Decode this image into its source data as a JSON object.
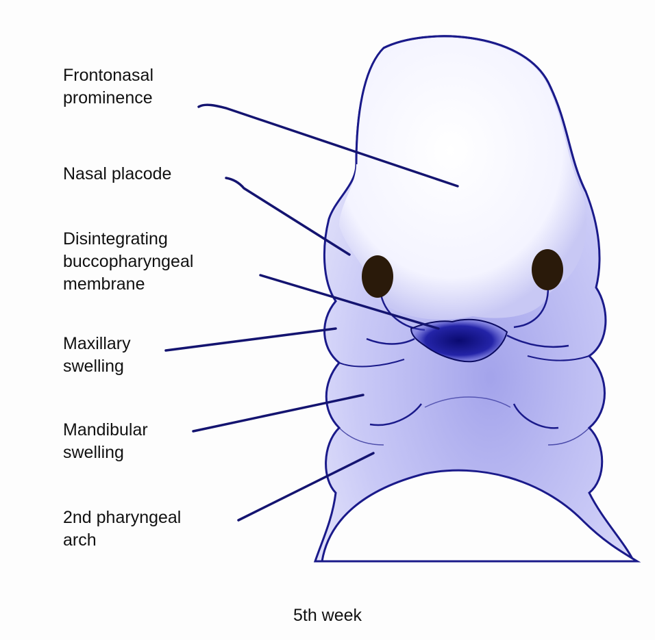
{
  "labels": {
    "frontonasal": "Frontonasal\nprominence",
    "nasal_placode": "Nasal placode",
    "buccopharyngeal": "Disintegrating\nbuccopharyngeal\nmembrane",
    "maxillary": "Maxillary\nswelling",
    "mandibular": "Mandibular\nswelling",
    "pharyngeal_arch": "2nd pharyngeal\narch"
  },
  "caption": "5th week",
  "colors": {
    "embryo_outline": "#1a1a8a",
    "embryo_fill": "#5a5adc",
    "leader_line": "#141470",
    "nasal_dot": "#2a1a0a"
  }
}
